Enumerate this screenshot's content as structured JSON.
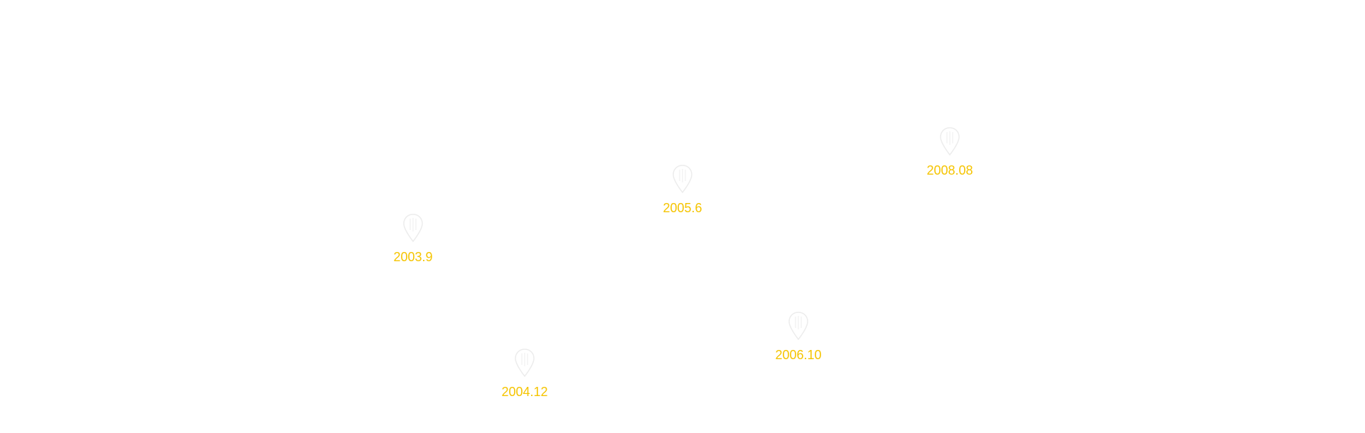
{
  "colors": {
    "year_text": "#f5c400",
    "pin_stroke": "#ececec",
    "background": "#ffffff"
  },
  "markers": [
    {
      "year": "2003.9",
      "icon": "map-pin-icon"
    },
    {
      "year": "2004.12",
      "icon": "map-pin-icon"
    },
    {
      "year": "2005.6",
      "icon": "map-pin-icon"
    },
    {
      "year": "2006.10",
      "icon": "map-pin-icon"
    },
    {
      "year": "2008.08",
      "icon": "map-pin-icon"
    }
  ]
}
